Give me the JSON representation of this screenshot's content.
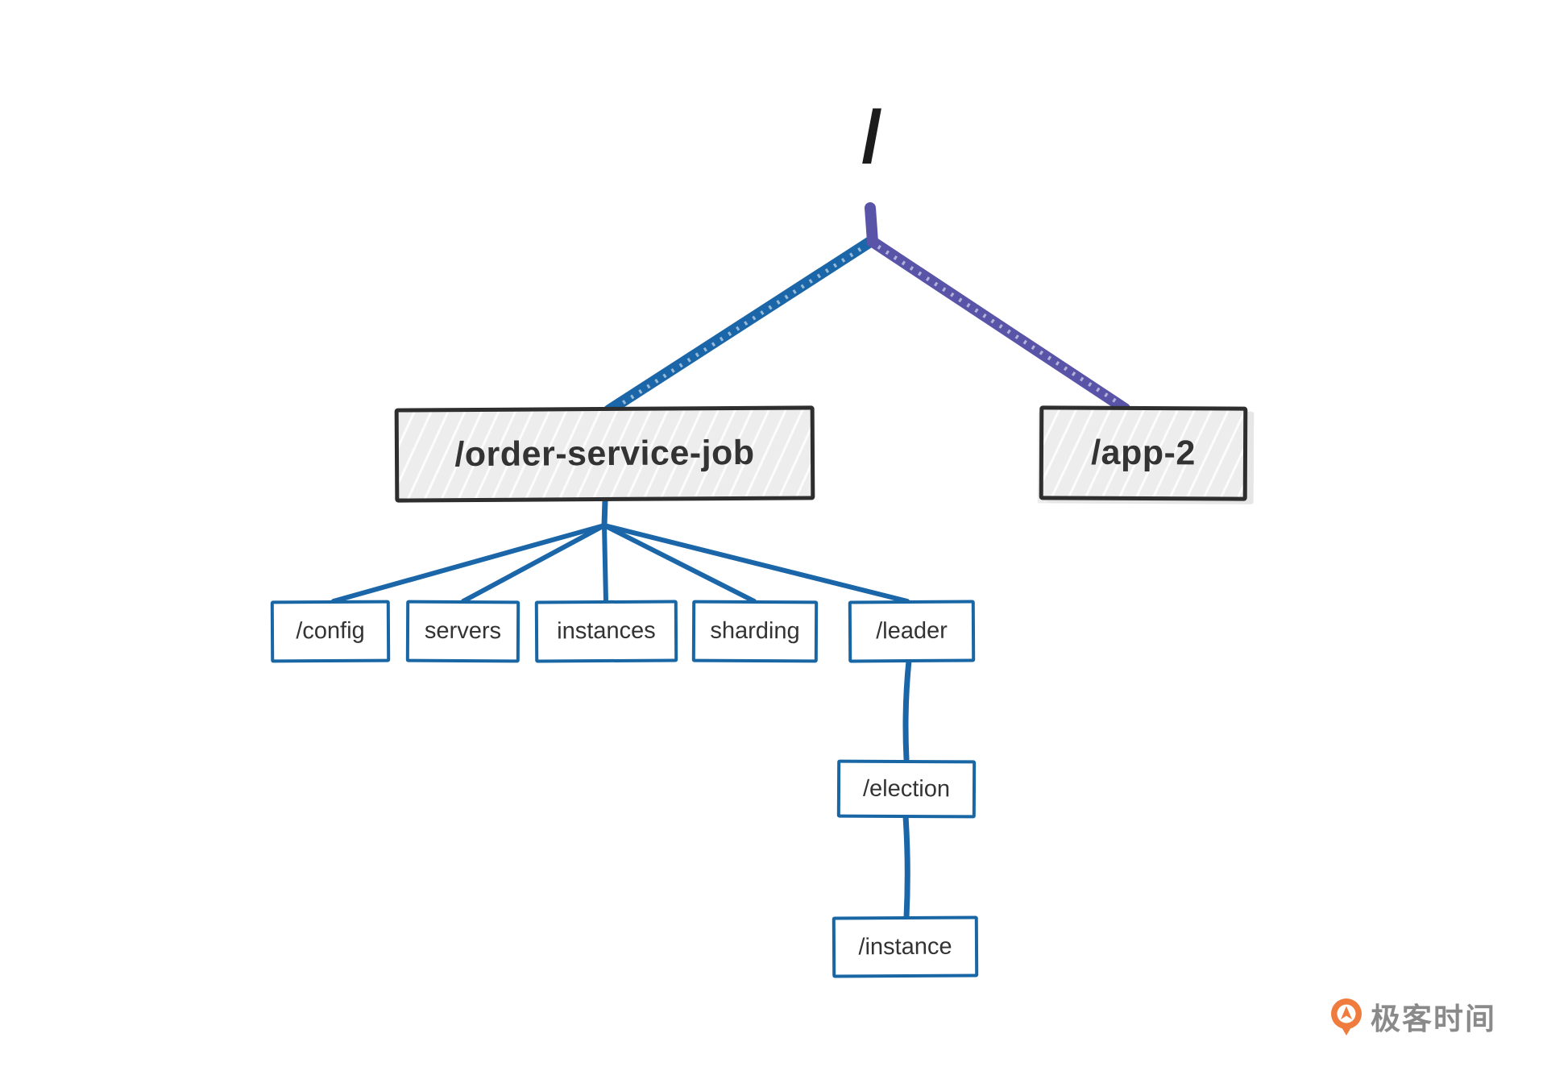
{
  "diagram": {
    "title_hint": "zookeeper-style znode tree",
    "root": {
      "label": "/"
    },
    "nodes": {
      "order_service_job": {
        "label": "/order-service-job"
      },
      "app_2": {
        "label": "/app-2"
      },
      "config": {
        "label": "/config"
      },
      "servers": {
        "label": "servers"
      },
      "instances": {
        "label": "instances"
      },
      "sharding": {
        "label": "sharding"
      },
      "leader": {
        "label": "/leader"
      },
      "election": {
        "label": "/election"
      },
      "instance": {
        "label": "/instance"
      }
    },
    "colors": {
      "edge_blue": "#1a66a8",
      "edge_purple": "#5a54a8",
      "node_border_dark": "#2e2e2e",
      "node_fill_gray": "#ededed",
      "node_border_blue": "#1966a5",
      "text_dark": "#333333"
    }
  },
  "branding": {
    "logo_text": "极客时间",
    "logo_color": "#ef7b3d",
    "logo_text_color": "#8a8a8a"
  }
}
